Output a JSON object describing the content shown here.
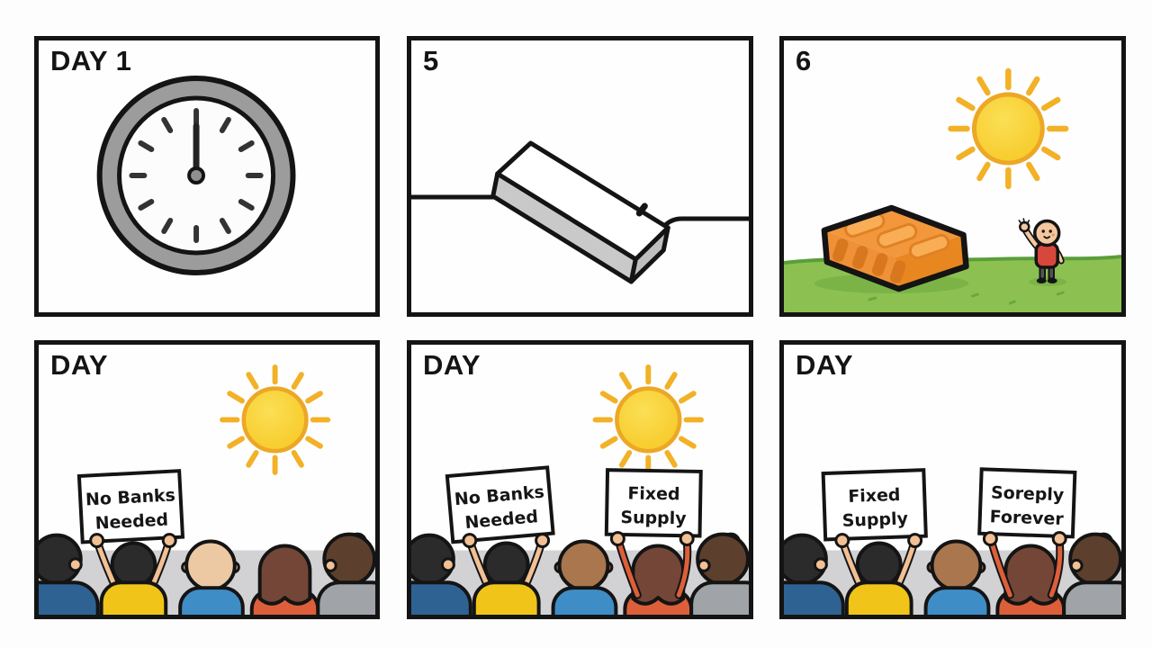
{
  "page": {
    "background": "#fdfdfd",
    "type": "six-panel comic strip"
  },
  "palette": {
    "outline": "#141414",
    "sun_fill": "#f8ce2f",
    "sun_stroke": "#eda726",
    "sun_ray": "#f2b127",
    "grass": "#8cc152",
    "grass_edge": "#5a9e3a",
    "brick_top": "#f2973c",
    "brick_front": "#ef9136",
    "brick_side": "#e8871f",
    "brick_slot": "#f9ae55",
    "brick_cutout": "#d9771e",
    "clock_ring": "#9c9c9c",
    "bar_gray": "#c9c9c9",
    "wall_gray": "#d2d2d4",
    "shirt_navy": "#2e6293",
    "shirt_yellow": "#f0c419",
    "shirt_blue": "#3f8dc6",
    "shirt_red": "#dd5f3a",
    "shirt_gray": "#a0a4a8",
    "skin_peach": "#f2c094",
    "skin_tan": "#ecc9a3",
    "skin_brown": "#a9764e",
    "hair_black": "#2b2b2b",
    "hair_brown": "#744637",
    "hair_dark_brown": "#5d3f2e"
  },
  "panels": [
    {
      "label": "DAY 1",
      "icon": "clock-at-twelve-icon"
    },
    {
      "label": "5",
      "icon": "resting-bar-icon"
    },
    {
      "label": "6",
      "icon": "brick-sun-waving-person-icons"
    },
    {
      "label": "DAY",
      "icon": "sun-crowd-icons",
      "sign_left": {
        "line1": "No Banks",
        "line2": "Needed"
      }
    },
    {
      "label": "DAY",
      "icon": "sun-crowd-icons",
      "sign_left": {
        "line1": "No Banks",
        "line2": "Needed"
      },
      "sign_right": {
        "line1": "Fixed",
        "line2": "Supply"
      }
    },
    {
      "label": "DAY",
      "icon": "crowd-icons",
      "sign_left": {
        "line1": "Fixed",
        "line2": "Supply"
      },
      "sign_right": {
        "line1": "Soreply",
        "line2": "Forever"
      }
    }
  ]
}
